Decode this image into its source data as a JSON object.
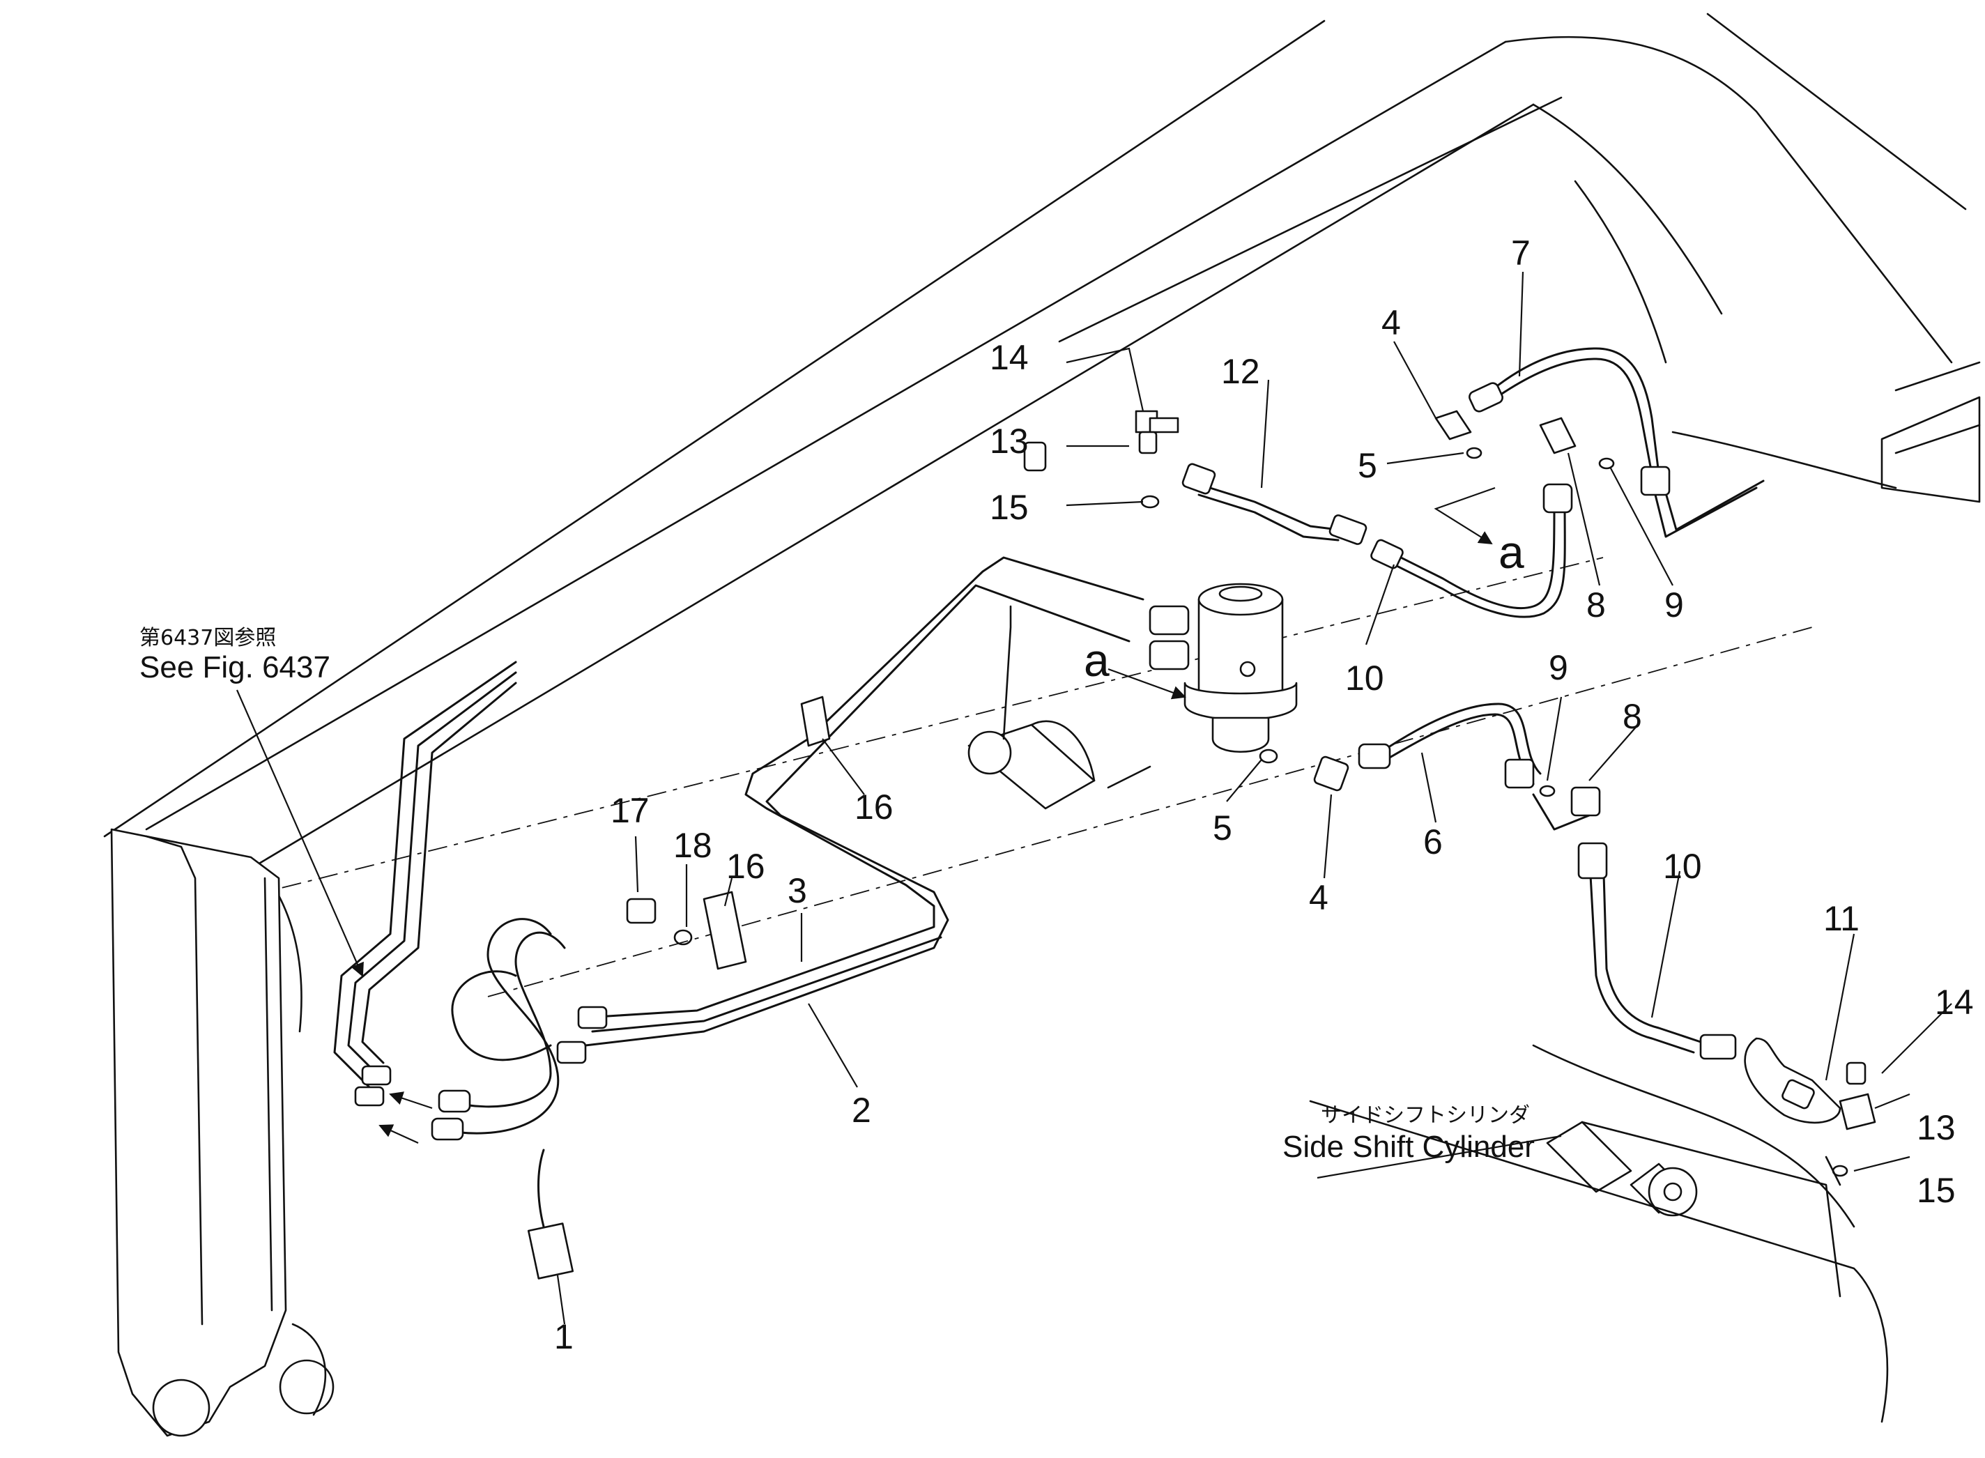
{
  "diagram": {
    "reference_jp": "第6437図参照",
    "reference_en": "See Fig. 6437",
    "cylinder_label_jp": "サイドシフトシリンダ",
    "cylinder_label_en": "Side Shift Cylinder",
    "view_symbol_left": "a",
    "view_symbol_right": "a",
    "callouts": {
      "c1": "1",
      "c2": "2",
      "c3": "3",
      "c4a": "4",
      "c4b": "4",
      "c5a": "5",
      "c5b": "5",
      "c6": "6",
      "c7": "7",
      "c8a": "8",
      "c8b": "8",
      "c9a": "9",
      "c9b": "9",
      "c10a": "10",
      "c10b": "10",
      "c11": "11",
      "c12": "12",
      "c13a": "13",
      "c13b": "13",
      "c14a": "14",
      "c14b": "14",
      "c15a": "15",
      "c15b": "15",
      "c16a": "16",
      "c16b": "16",
      "c17": "17",
      "c18": "18"
    }
  }
}
